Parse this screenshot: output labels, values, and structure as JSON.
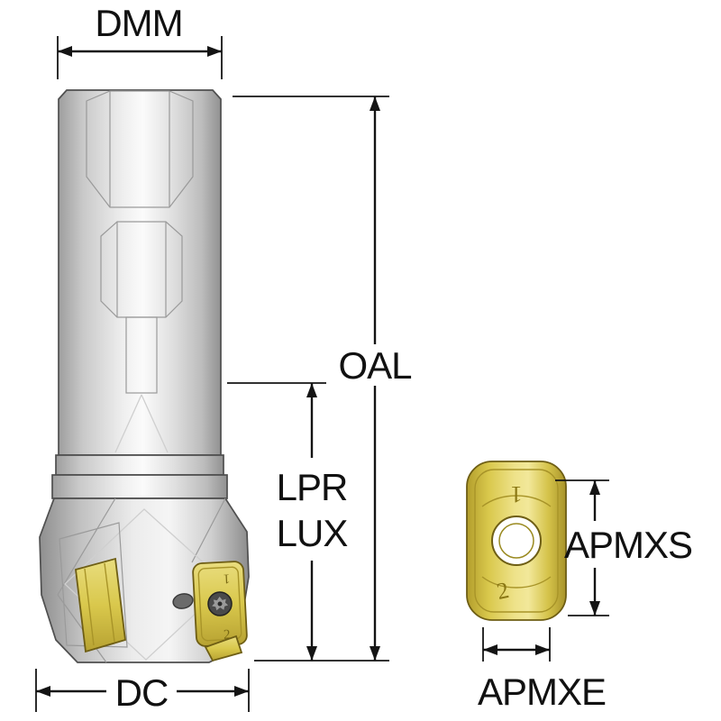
{
  "diagram": {
    "title_hint": "indexable-end-mill-dimension-drawing",
    "labels": {
      "dmm": "DMM",
      "oal": "OAL",
      "lpr": "LPR",
      "lux": "LUX",
      "dc": "DC",
      "apmxs": "APMXS",
      "apmxe": "APMXE"
    },
    "insert_detail": {
      "top_marking": "1",
      "bottom_marking": "2"
    },
    "tool_insert": {
      "top_marking": "1",
      "bottom_marking": "2"
    },
    "colors": {
      "line": "#141414",
      "steel_light": "#fafafa",
      "steel_mid": "#d2d2d2",
      "steel_dark": "#969696",
      "insert_gold": "#d9c84c",
      "insert_gold_light": "#f0e694",
      "insert_gold_dark": "#a8932a",
      "screw_dark": "#3f3f3f",
      "hole_white": "#ffffff"
    }
  }
}
